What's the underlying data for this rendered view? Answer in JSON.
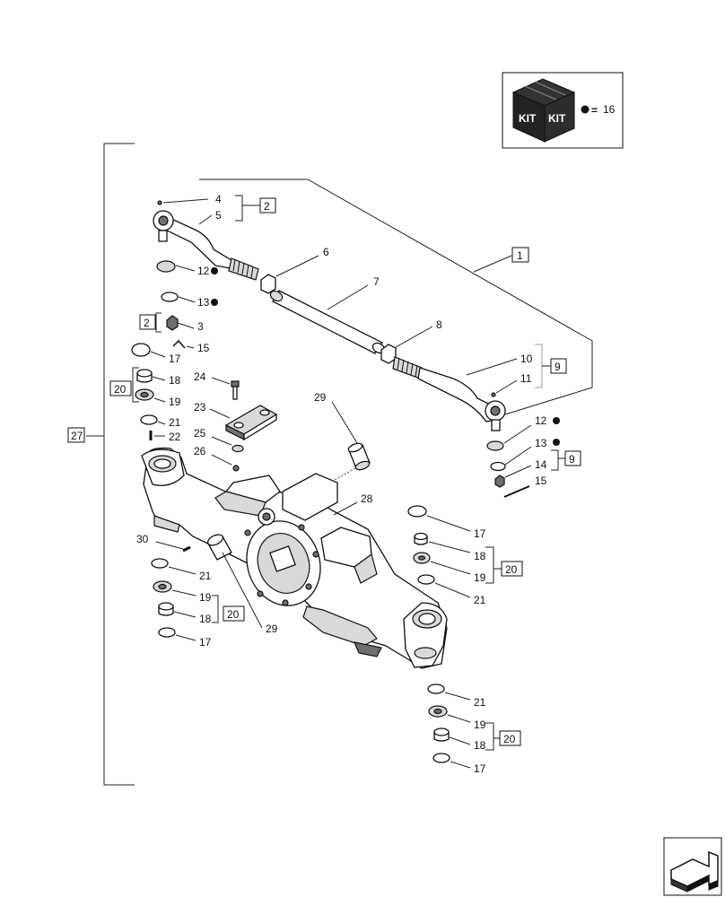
{
  "kit": {
    "word_left": "KIT",
    "word_right": "KIT",
    "equals": "=",
    "ref": "16"
  },
  "callouts": {
    "n4": "4",
    "n5": "5",
    "n6": "6",
    "n7": "7",
    "n8": "8",
    "n10": "10",
    "n11": "11",
    "n12a": "12",
    "n12b": "12",
    "n13a": "13",
    "n13b": "13",
    "n14": "14",
    "n3": "3",
    "n15a": "15",
    "n15b": "15",
    "n17a": "17",
    "n17b": "17",
    "n17c": "17",
    "n17d": "17",
    "n18a": "18",
    "n18b": "18",
    "n18c": "18",
    "n18d": "18",
    "n19a": "19",
    "n19b": "19",
    "n19c": "19",
    "n19d": "19",
    "n21a": "21",
    "n21b": "21",
    "n21c": "21",
    "n21d": "21",
    "n22": "22",
    "n23": "23",
    "n24": "24",
    "n25": "25",
    "n26": "26",
    "n28": "28",
    "n29a": "29",
    "n29b": "29",
    "n30": "30"
  },
  "boxes": {
    "b1": "1",
    "b2a": "2",
    "b2b": "2",
    "b9a": "9",
    "b9b": "9",
    "b20a": "20",
    "b20b": "20",
    "b20c": "20",
    "b20d": "20",
    "b27": "27"
  }
}
